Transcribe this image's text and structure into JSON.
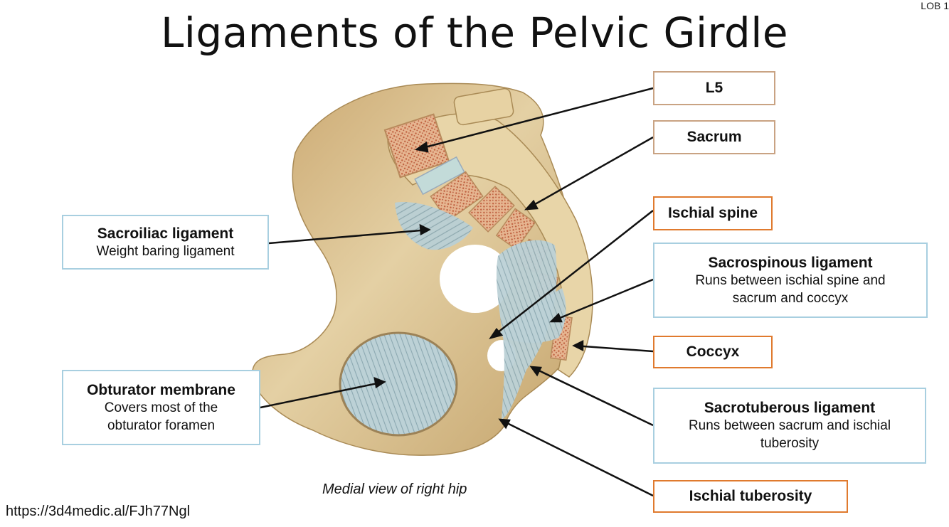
{
  "title": "Ligaments of the Pelvic Girdle",
  "corner_tag": "LOB 1",
  "caption": "Medial view of right hip",
  "source_url": "https://3d4medic.al/FJh77Ngl",
  "labels": {
    "l5": {
      "name": "L5"
    },
    "sacrum": {
      "name": "Sacrum"
    },
    "ischial_spine": {
      "name": "Ischial spine"
    },
    "sacroiliac": {
      "name": "Sacroiliac ligament",
      "desc": [
        "Weight baring ligament"
      ]
    },
    "sacrospinous": {
      "name": "Sacrospinous ligament",
      "desc": [
        "Runs between ischial spine and",
        "sacrum and coccyx"
      ]
    },
    "coccyx": {
      "name": "Coccyx"
    },
    "obturator": {
      "name": "Obturator membrane",
      "desc": [
        "Covers most of the",
        "obturator foramen"
      ]
    },
    "sacrotuberous": {
      "name": "Sacrotuberous ligament",
      "desc": [
        "Runs between sacrum and ischial",
        "tuberosity"
      ]
    },
    "ischial_tuberosity": {
      "name": "Ischial tuberosity"
    }
  },
  "colors": {
    "bone": "#e2cc9e",
    "bone_shadow": "#c7a872",
    "ligament": "#b7cdd3",
    "marrow": "#d9986f",
    "border_tan": "#c9a383",
    "border_orange": "#e07a2e",
    "border_blue": "#a8cfe0"
  }
}
